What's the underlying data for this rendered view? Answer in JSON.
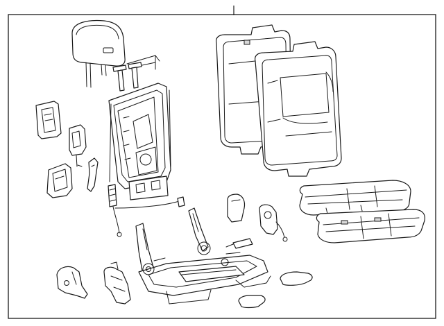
{
  "diagram": {
    "type": "exploded-parts-diagram",
    "colors": {
      "line": "#1a1a1a",
      "frame": "#1a1a1a",
      "background": "#ffffff",
      "shade": "#d9d9d9"
    },
    "parts": [
      "headrest",
      "headrest-guide-pins",
      "seatback-frame",
      "seatback-cushion-front",
      "seatback-cushion-rear",
      "latch-cover",
      "recliner-handle",
      "belt-guide",
      "strap",
      "wiring-harness",
      "cushion-side-trim",
      "belt-buckle",
      "seat-cushion-upper",
      "seat-cushion-lower",
      "seat-frame-track",
      "side-shield",
      "outer-trim",
      "storage-cover",
      "cover-pad"
    ]
  }
}
